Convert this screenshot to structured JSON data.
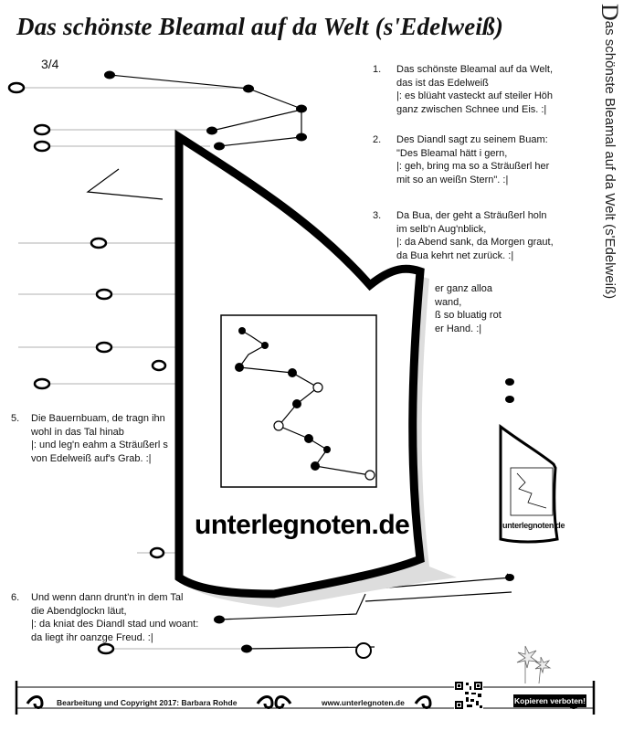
{
  "title": "Das schönste Bleamal auf da Welt (s'Edelweiß)",
  "side_title": {
    "initial": "D",
    "rest": "as schönste Bleamal auf da Welt (s'Edelweiß)"
  },
  "time_signature": "3/4",
  "verses": [
    {
      "number": "1.",
      "lines": [
        "Das schönste Bleamal auf da Welt,",
        "das ist das Edelweiß",
        "|: es blüaht vasteckt auf steiler Höh",
        "ganz zwischen Schnee und Eis. :|"
      ]
    },
    {
      "number": "2.",
      "lines": [
        "Des Diandl sagt zu seinem Buam:",
        "\"Des Bleamal hätt i gern,",
        "|: geh, bring ma so a Sträußerl her",
        "mit so an weißn Stern\". :|"
      ]
    },
    {
      "number": "3.",
      "lines": [
        "Da Bua, der geht a Sträußerl holn",
        "im selb'n Aug'nblick,",
        "|: da Abend sank, da Morgen graut,",
        "da Bua kehrt net zurück. :|"
      ]
    },
    {
      "number": "",
      "lines": [
        "er ganz alloa",
        "wand,",
        "ß so bluatig rot",
        "er Hand. :|"
      ]
    },
    {
      "number": "5.",
      "lines": [
        "Die Bauernbuam, de tragn ihn",
        "wohl in das Tal hinab",
        "|: und leg'n eahm a Sträußerl s",
        "von Edelweiß auf's Grab. :|"
      ]
    },
    {
      "number": "6.",
      "lines": [
        "Und wenn dann drunt'n in dem Tal",
        "die Abendglockn läut,",
        "|: da kniat des Diandl stad und woant:",
        "da liegt ihr oanzge Freud. :|"
      ]
    }
  ],
  "watermark": {
    "main": "unterlegnoten.de",
    "small": "unterlegnoten.de"
  },
  "footer": {
    "credit": "Bearbeitung und Copyright 2017: Barbara Rohde",
    "url": "www.unterlegnoten.de",
    "notice": "Kopieren verboten!"
  },
  "icons": [
    "note-heads",
    "treble-ornament",
    "qr-code",
    "edelweiss-flower"
  ]
}
